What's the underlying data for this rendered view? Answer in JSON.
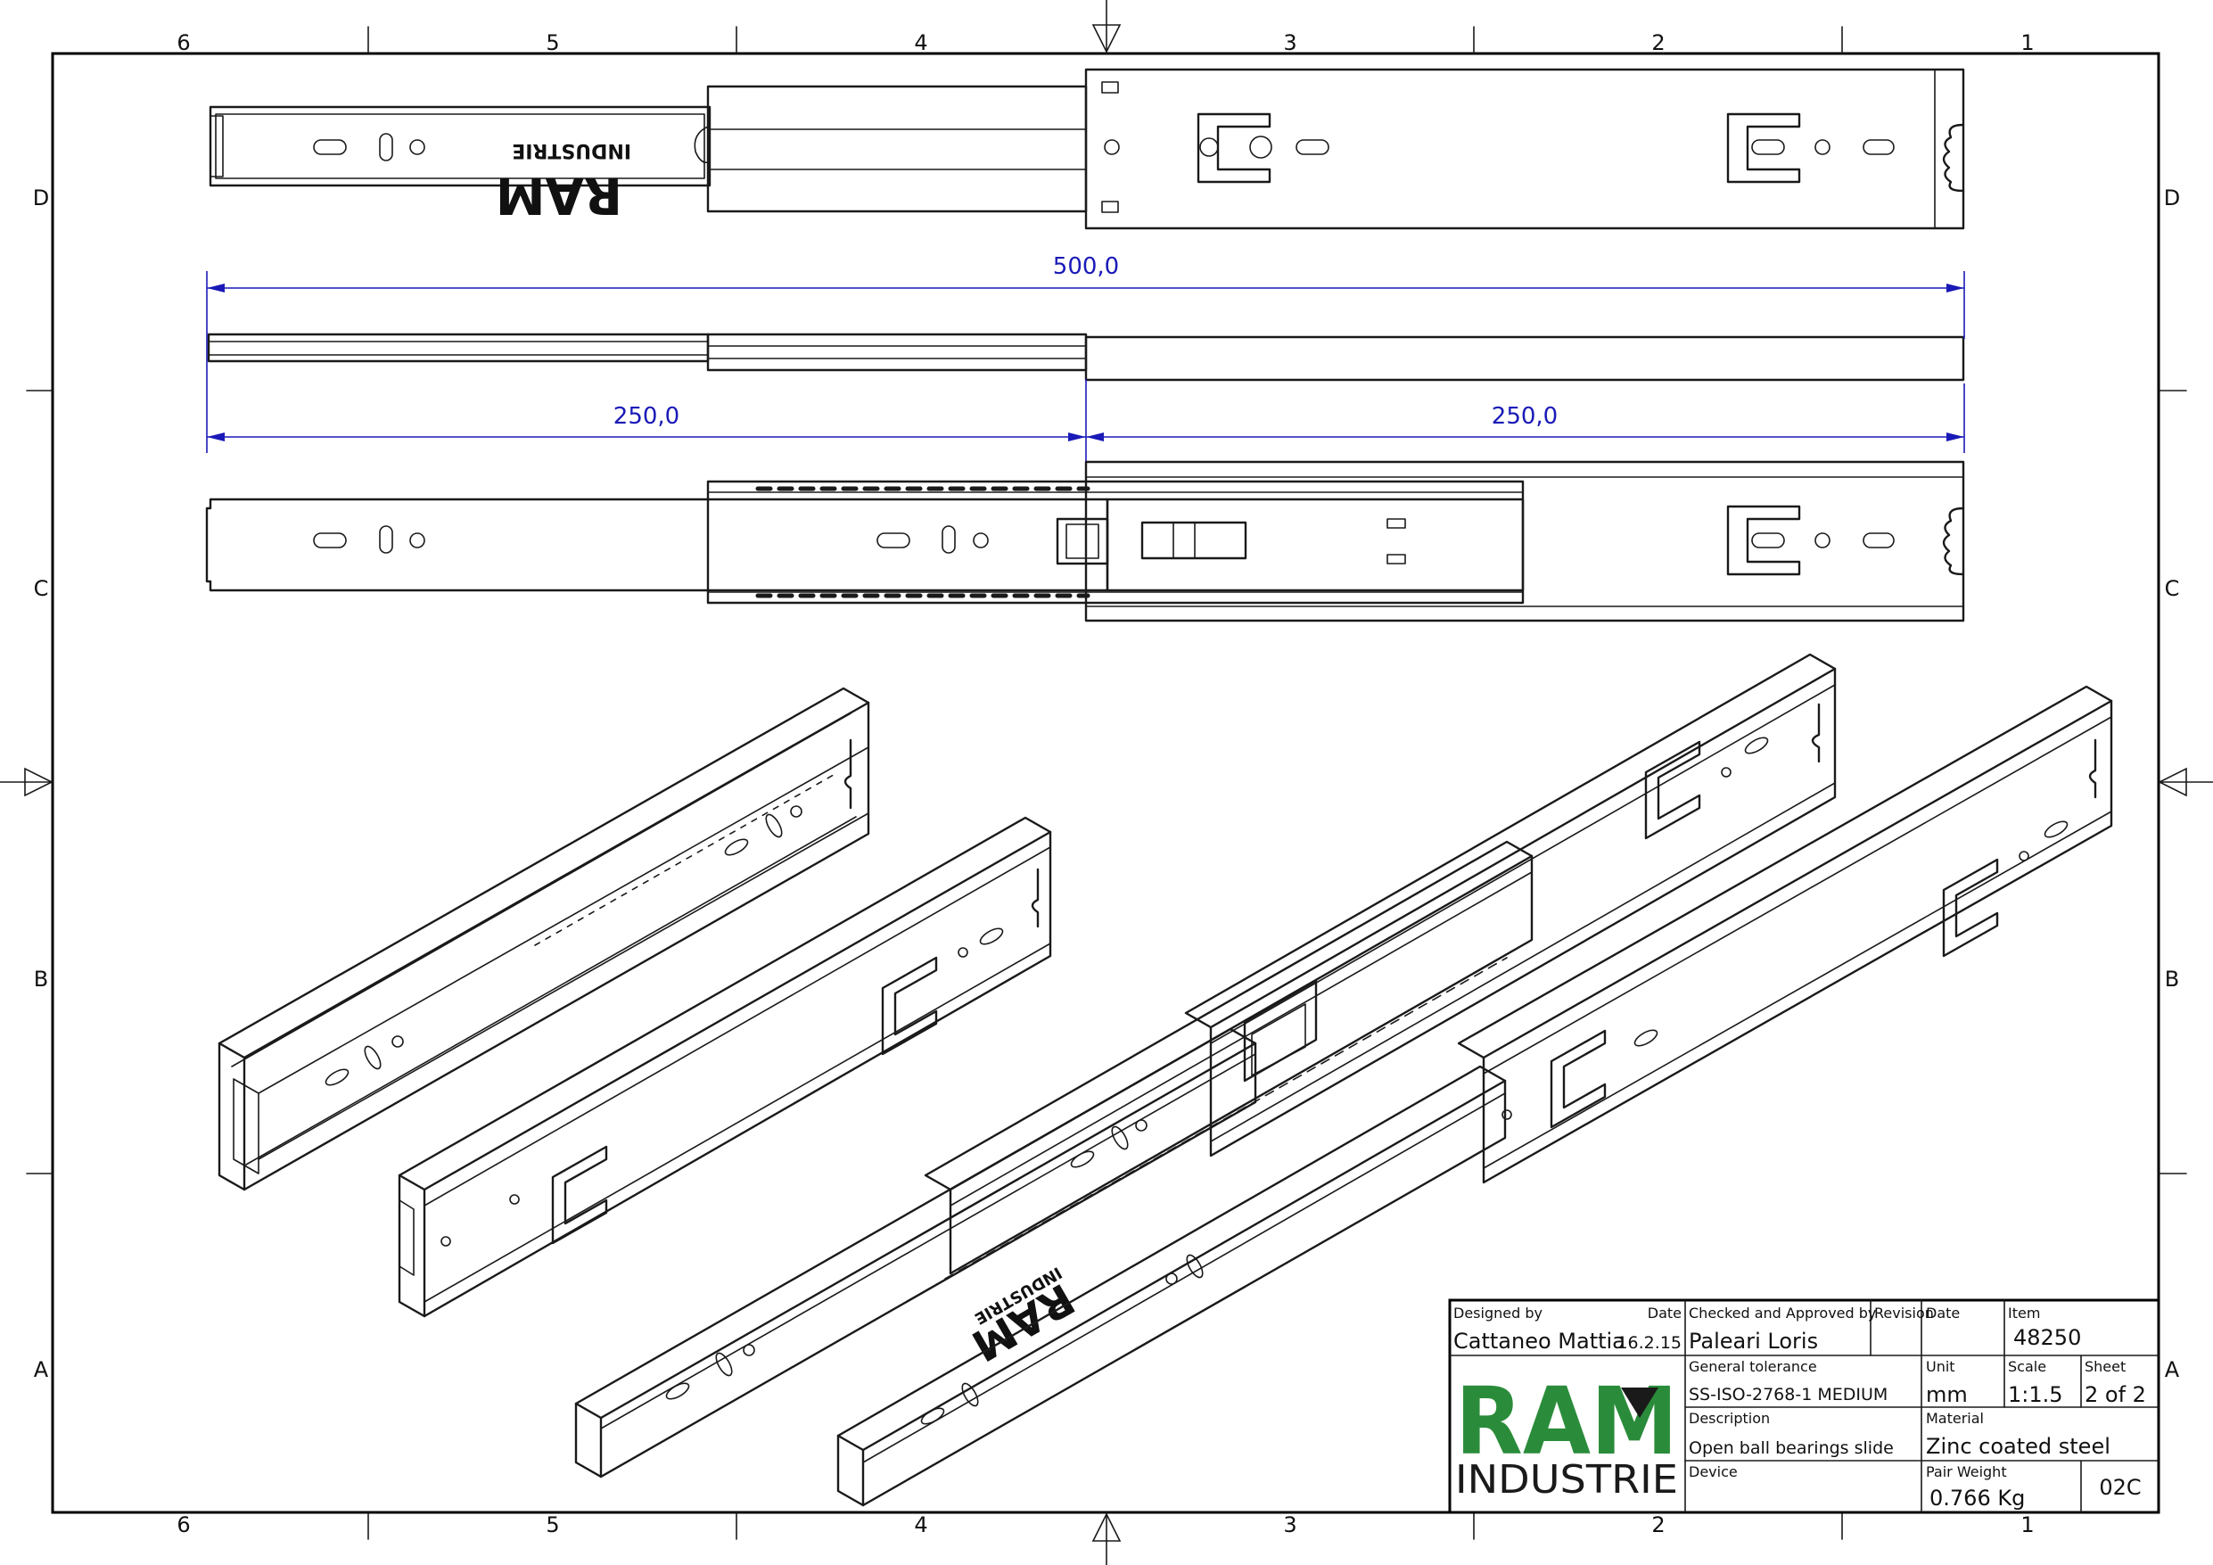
{
  "zones": {
    "columns": [
      "6",
      "5",
      "4",
      "3",
      "2",
      "1"
    ],
    "rows": [
      "D",
      "C",
      "B",
      "A"
    ]
  },
  "dimensions": {
    "total_length": "500,0",
    "closed_length": "250,0",
    "extension": "250,0"
  },
  "slide_marking": {
    "top": "RAM",
    "bottom": "INDUSTRIE"
  },
  "title_block": {
    "designed_by_label": "Designed by",
    "designed_by": "Cattaneo Mattia",
    "date_label": "Date",
    "design_date": "16.2.15",
    "checked_label": "Checked and Approved by",
    "checked_by": "Paleari Loris",
    "revision_label": "Revision",
    "date_label_2": "Date",
    "item_label": "Item",
    "item": "48250",
    "tolerance_label": "General tolerance",
    "tolerance": "SS-ISO-2768-1 MEDIUM",
    "unit_label": "Unit",
    "unit": "mm",
    "scale_label": "Scale",
    "scale": "1:1.5",
    "sheet_label": "Sheet",
    "sheet": "2 of 2",
    "description_label": "Description",
    "description": "Open ball bearings slide",
    "material_label": "Material",
    "material": "Zinc coated steel",
    "device_label": "Device",
    "pair_weight_label": "Pair Weight",
    "pair_weight": "0.766 Kg",
    "code": "02C"
  },
  "logo": {
    "line1": "RAM",
    "line2": "INDUSTRIE",
    "brand_color": "#2a8c3a"
  },
  "colors": {
    "dimension": "#1a1ab8",
    "line": "#1a1a1a"
  }
}
